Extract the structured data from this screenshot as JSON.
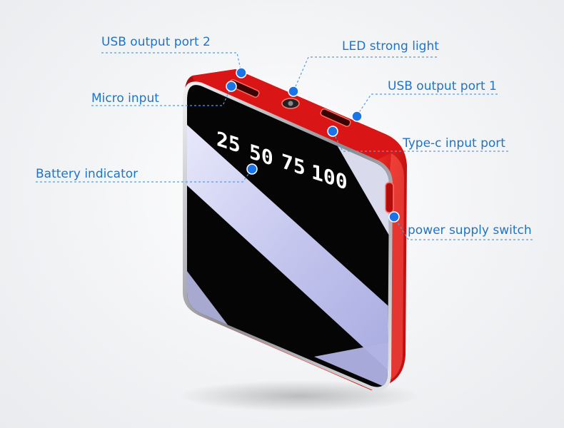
{
  "labels": {
    "usb_output_port_2": "USB output port 2",
    "led_strong_light": "LED strong light",
    "micro_input": "Micro input",
    "usb_output_port_1": "USB output port 1",
    "type_c_input_port": "Type-c input port",
    "battery_indicator": "Battery indicator",
    "power_supply_switch": "power supply switch"
  },
  "display": {
    "segments": [
      "25",
      "50",
      "75",
      "100"
    ]
  },
  "colors": {
    "accent_blue": "#1f74c7",
    "dot_blue": "#1a73e8",
    "shell_red": "#e0191a",
    "face_black": "#050505",
    "stripe_lavender": "#c7c9ef"
  }
}
